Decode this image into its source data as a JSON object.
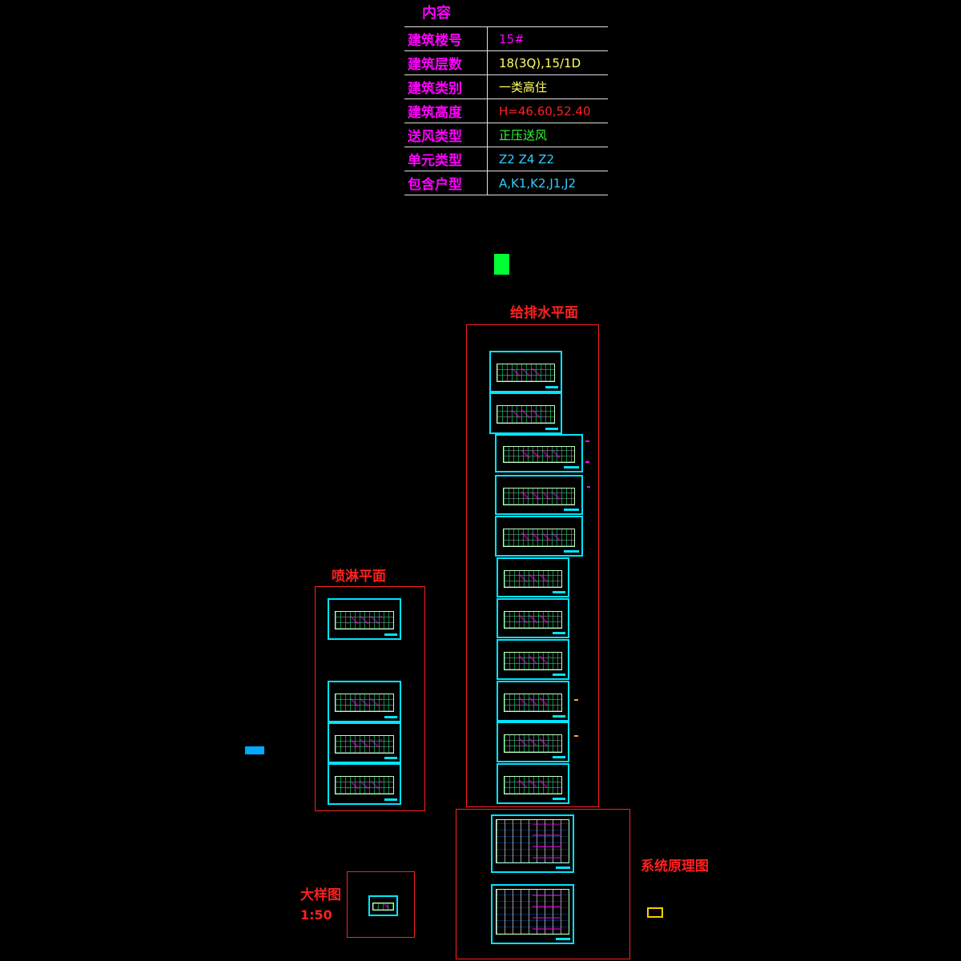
{
  "summary": {
    "title": "内容",
    "rows": [
      {
        "key": "建筑楼号",
        "value": "15#",
        "color": "#ff00ff"
      },
      {
        "key": "建筑层数",
        "value": "18(3Q),15/1D",
        "color": "#ffff66"
      },
      {
        "key": "建筑类别",
        "value": "一类高住",
        "color": "#ffff66"
      },
      {
        "key": "建筑高度",
        "value": "H=46.60,52.40",
        "color": "#ff2020"
      },
      {
        "key": "送风类型",
        "value": "正压送风",
        "color": "#33ff33"
      },
      {
        "key": "单元类型",
        "value": "Z2  Z4  Z2",
        "color": "#33ccff"
      },
      {
        "key": "包含户型",
        "value": "A,K1,K2,J1,J2",
        "color": "#33ccff"
      }
    ]
  },
  "groups": {
    "water_plan": {
      "label": "给排水平面"
    },
    "sprinkler_plan": {
      "label": "喷淋平面"
    },
    "detail": {
      "label": "大样图",
      "scale": "1:50"
    },
    "system": {
      "label": "系统原理图"
    }
  },
  "colors": {
    "frame": "#ff2020",
    "sheet": "#00e5ff",
    "label": "#ff2020",
    "key": "#ff00ff",
    "marker": "#00ff33"
  }
}
